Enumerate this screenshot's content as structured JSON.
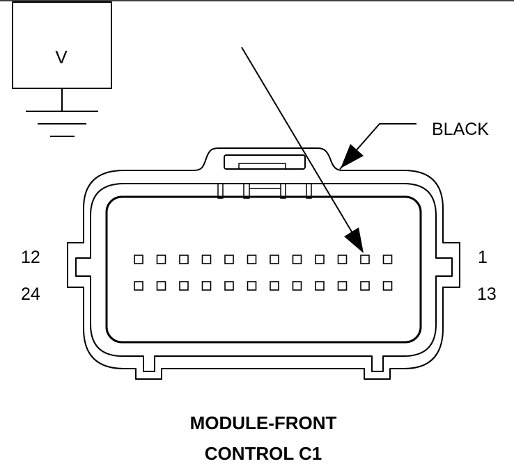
{
  "meter": {
    "symbol": "V",
    "icon": "voltmeter-icon",
    "ground_icon": "ground-icon"
  },
  "wire": {
    "color_label": "BLACK",
    "pointer_icon": "leader-arrow-icon"
  },
  "probe": {
    "icon": "probe-arrow-icon"
  },
  "connector": {
    "pin_labels": {
      "row1_left": "12",
      "row2_left": "24",
      "row1_right": "1",
      "row2_right": "13"
    },
    "name_lines": [
      "MODULE-FRONT",
      "CONTROL C1"
    ]
  },
  "colors": {
    "ink": "#000000",
    "paper": "#ffffff"
  }
}
